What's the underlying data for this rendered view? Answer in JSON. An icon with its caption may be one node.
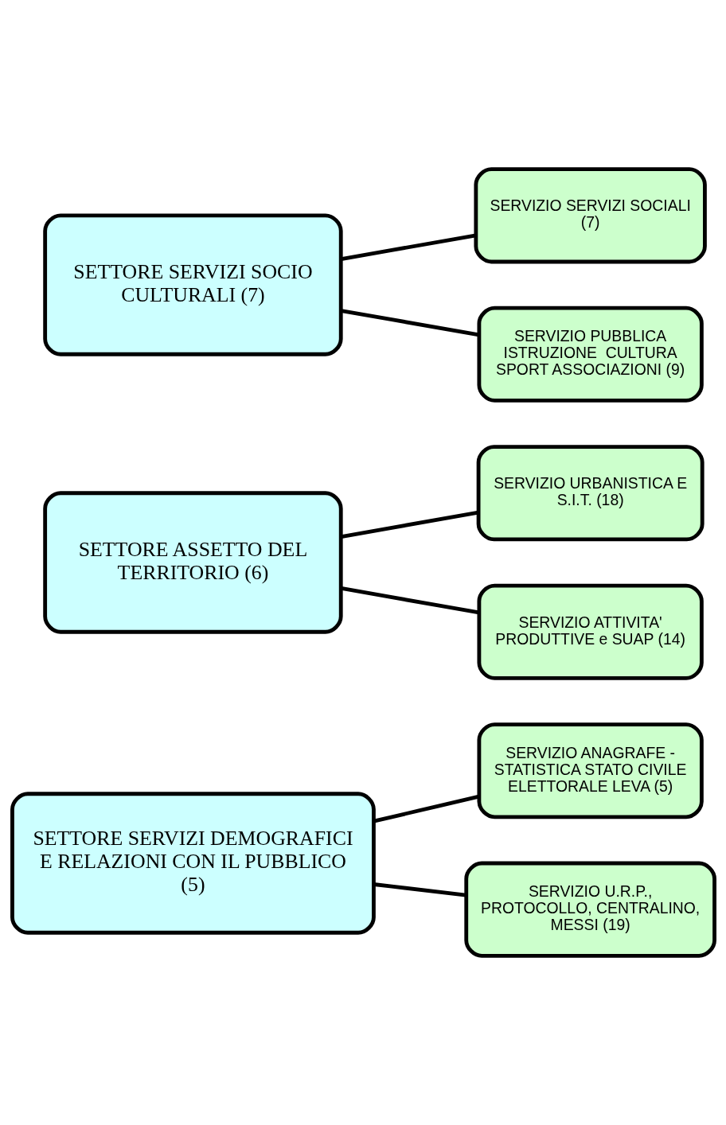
{
  "diagram": {
    "nodes": [
      {
        "text": [
          "SETTORE SERVIZI DEMOGRAFICI E RELAZIONI CON IL PUBBLICO (5)"
        ]
      },
      {
        "text": [
          "SERVIZIO ANAGRAFE - STATISTICA STATO CIVILE ELETTORALE LEVA (5)"
        ]
      },
      {
        "text": [
          "SERVIZIO U.R.P., PROTOCOLLO, CENTRALINO, MESSI (19)"
        ]
      },
      {
        "text": [
          "SETTORE ASSETTO DEL TERRITORIO (6)"
        ]
      },
      {
        "text": [
          "SERVIZIO URBANISTICA E S.I.T. (18)"
        ]
      },
      {
        "text": [
          "SERVIZIO ATTIVITA' PRODUTTIVE e SUAP (14)"
        ]
      },
      {
        "text": [
          "SETTORE SERVIZI SOCIO CULTURALI (7)"
        ]
      },
      {
        "text": [
          "SERVIZIO SERVIZI SOCIALI (7)"
        ]
      },
      {
        "text": [
          "SERVIZIO PUBBLICA ISTRUZIONE  CULTURA SPORT ASSOCIAZIONI (9)"
        ]
      }
    ],
    "edges": [
      {
        "from": 0,
        "to": 1,
        "arrow": "none"
      },
      {
        "from": 0,
        "to": 2,
        "arrow": "none"
      },
      {
        "from": 3,
        "to": 4,
        "arrow": "none"
      },
      {
        "from": 3,
        "to": 5,
        "arrow": "none"
      },
      {
        "from": 6,
        "to": 7,
        "arrow": "none"
      },
      {
        "from": 6,
        "to": 8,
        "arrow": "none"
      }
    ]
  }
}
